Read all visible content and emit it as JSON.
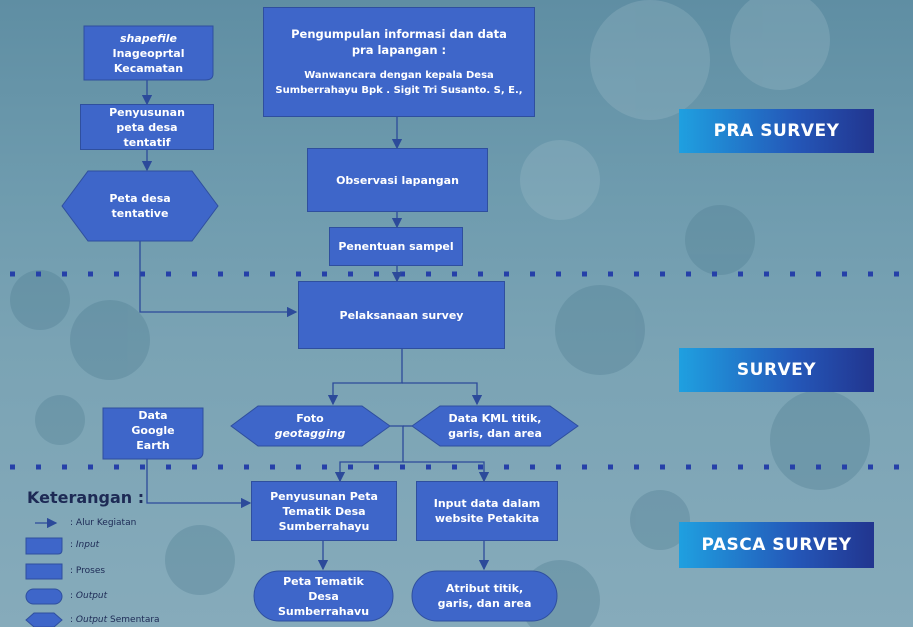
{
  "colors": {
    "node": "#3e66c9",
    "line": "#2c4a9a",
    "stage_dark": "#22358f",
    "stage_light": "#1fa0e0",
    "dots": "#2640a8"
  },
  "stages": {
    "pra": "PRA SURVEY",
    "survey": "SURVEY",
    "pasca": "PASCA SURVEY"
  },
  "nodes": {
    "shapefile_italic": "shapefile",
    "shapefile_rest": "Inageoprtal Kecamatan",
    "pengumpulan_title": "Pengumpulan informasi dan data pra lapangan :",
    "pengumpulan_body": "Wanwancara dengan kepala Desa Sumberrahayu Bpk . Sigit Tri Susanto. S, E.,",
    "penyusunan_peta": "Penyusunan peta desa tentatif",
    "peta_tentative": "Peta desa tentative",
    "observasi": "Observasi lapangan",
    "penentuan": "Penentuan sampel",
    "pelaksanaan": "Pelaksanaan survey",
    "foto": "Foto",
    "foto_italic": "geotagging",
    "data_kml": "Data KML titik, garis, dan area",
    "google_earth": "Data Google Earth",
    "penyusunan_tematik": "Penyusunan Peta Tematik Desa Sumberrahayu",
    "input_website": "Input data dalam website Petakita",
    "peta_tematik": "Peta Tematik Desa Sumberrahavu",
    "atribut": "Atribut titik, garis, dan area"
  },
  "legend": {
    "title": "Keterangan :",
    "items": [
      {
        "prefix": ": ",
        "text": "Alur Kegiatan",
        "italic": ""
      },
      {
        "prefix": ": ",
        "text": "",
        "italic": "Input"
      },
      {
        "prefix": ": ",
        "text": "Proses",
        "italic": ""
      },
      {
        "prefix": ": ",
        "text": "",
        "italic": "Output"
      },
      {
        "prefix": ": ",
        "text": " Sementara",
        "italic": "Output"
      }
    ]
  }
}
